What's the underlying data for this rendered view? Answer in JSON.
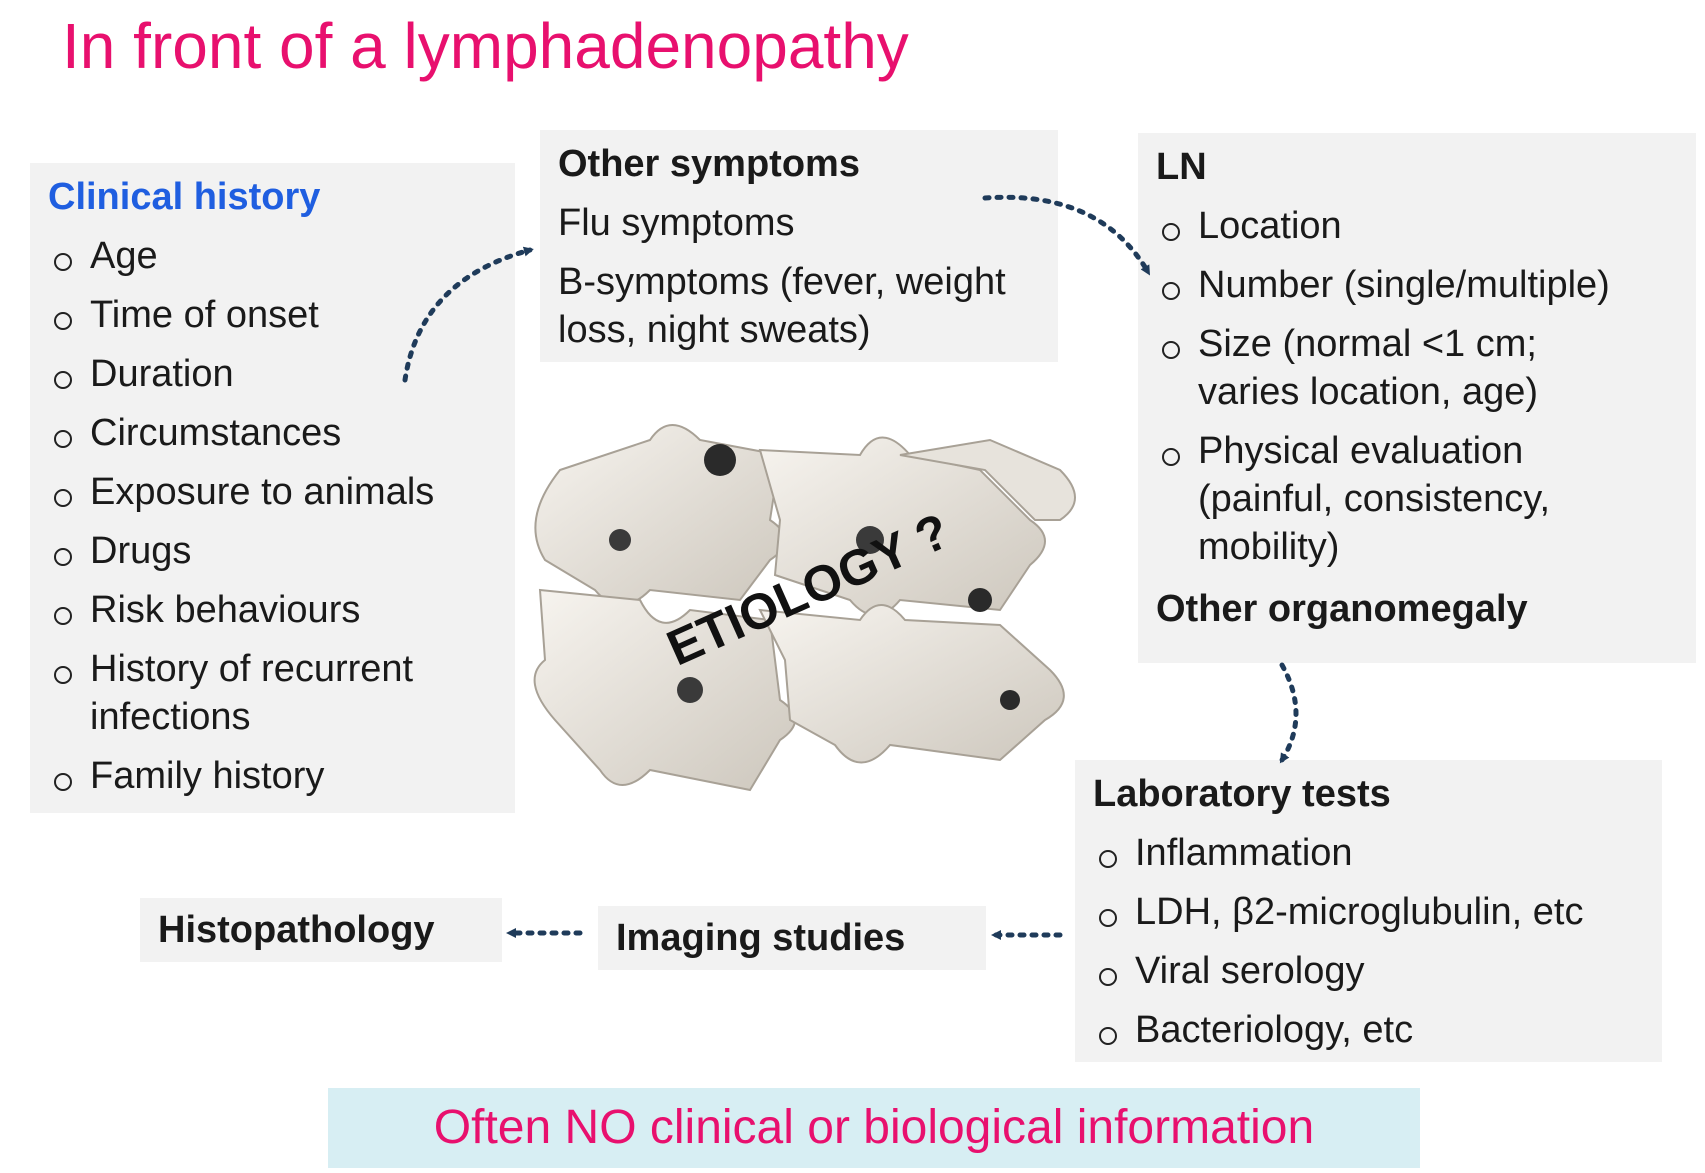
{
  "title": "In front of a lymphadenopathy",
  "clinical_history": {
    "header": "Clinical history",
    "items": [
      "Age",
      "Time of onset",
      "Duration",
      "Circumstances",
      "Exposure to animals",
      "Drugs",
      "Risk behaviours",
      "History of recurrent infections",
      "Family history"
    ]
  },
  "other_symptoms": {
    "header": "Other symptoms",
    "line1": "Flu symptoms",
    "line2": "B-symptoms (fever, weight loss, night sweats)"
  },
  "ln": {
    "header": "LN",
    "items": [
      "Location",
      "Number (single/multiple)",
      "Size (normal  <1 cm; varies location, age)",
      "Physical evaluation (painful, consistency, mobility)"
    ],
    "subheader": "Other organomegaly"
  },
  "laboratory_tests": {
    "header": "Laboratory tests",
    "items": [
      "Inflammation",
      "LDH, β2-microglubulin, etc",
      "Viral serology",
      "Bacteriology, etc"
    ]
  },
  "imaging_label": "Imaging studies",
  "histopathology_label": "Histopathology",
  "puzzle_label": "ETIOLOGY ?",
  "footer": "Often NO clinical or biological information",
  "colors": {
    "title": "#e8106e",
    "header_blue": "#1f5ee0",
    "box": "#f2f2f2",
    "footer_bg": "#d7eef3",
    "arrow": "#1f3b5a"
  }
}
